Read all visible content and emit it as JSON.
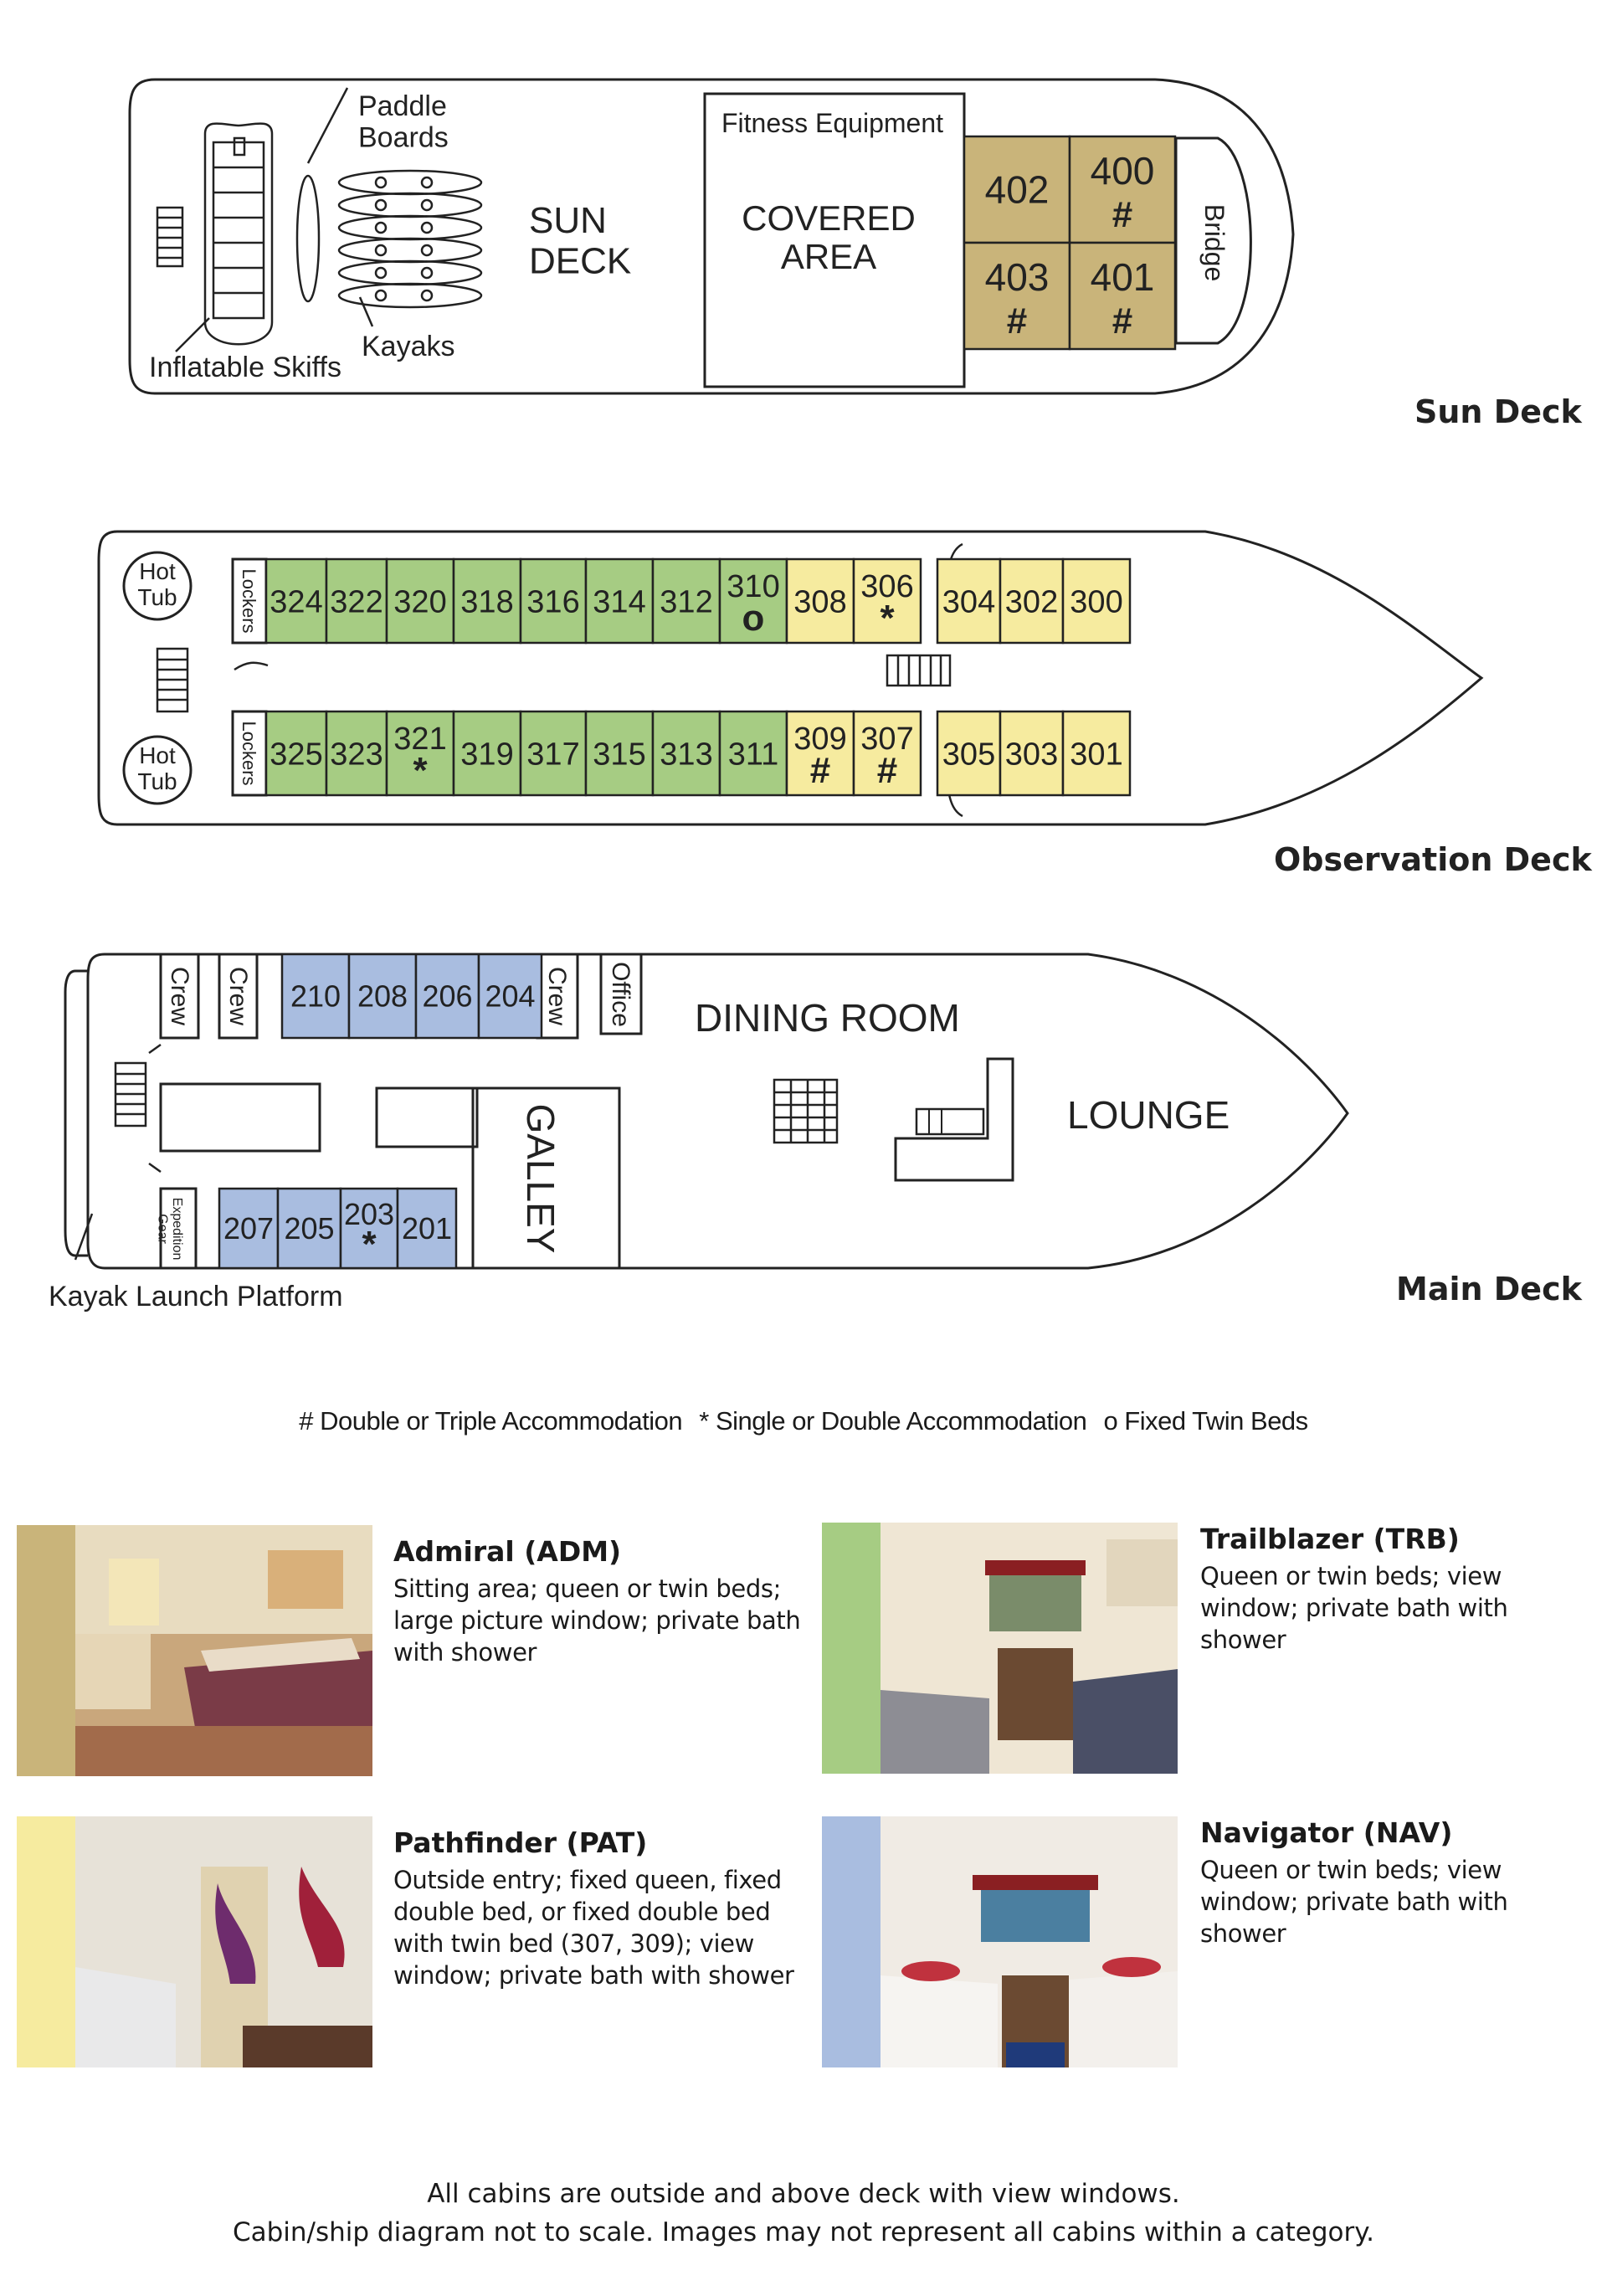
{
  "colors": {
    "admiral": "#c9b47a",
    "trailblazer": "#a6cc83",
    "pathfinder": "#f6eb9f",
    "navigator": "#a9bde0",
    "outline": "#222222"
  },
  "sun_deck": {
    "title": "Sun Deck",
    "paddle_boards": "Paddle\nBoards",
    "kayaks": "Kayaks",
    "inflatable_skiffs": "Inflatable Skiffs",
    "sun_deck_label": "SUN\nDECK",
    "fitness": "Fitness Equipment",
    "covered_area": "COVERED\nAREA",
    "bridge": "Bridge",
    "cabins": [
      {
        "num": "402",
        "mark": ""
      },
      {
        "num": "400",
        "mark": "#"
      },
      {
        "num": "403",
        "mark": "#"
      },
      {
        "num": "401",
        "mark": "#"
      }
    ]
  },
  "observation_deck": {
    "title": "Observation Deck",
    "hot_tub": "Hot\nTub",
    "lockers": "Lockers",
    "upper_row": [
      {
        "num": "324",
        "mark": "",
        "cat": "trailblazer"
      },
      {
        "num": "322",
        "mark": "",
        "cat": "trailblazer"
      },
      {
        "num": "320",
        "mark": "",
        "cat": "trailblazer"
      },
      {
        "num": "318",
        "mark": "",
        "cat": "trailblazer"
      },
      {
        "num": "316",
        "mark": "",
        "cat": "trailblazer"
      },
      {
        "num": "314",
        "mark": "",
        "cat": "trailblazer"
      },
      {
        "num": "312",
        "mark": "",
        "cat": "trailblazer"
      },
      {
        "num": "310",
        "mark": "o",
        "cat": "trailblazer"
      },
      {
        "num": "308",
        "mark": "",
        "cat": "pathfinder"
      },
      {
        "num": "306",
        "mark": "*",
        "cat": "pathfinder"
      },
      {
        "num": "304",
        "mark": "",
        "cat": "pathfinder"
      },
      {
        "num": "302",
        "mark": "",
        "cat": "pathfinder"
      },
      {
        "num": "300",
        "mark": "",
        "cat": "pathfinder"
      }
    ],
    "lower_row": [
      {
        "num": "325",
        "mark": "",
        "cat": "trailblazer"
      },
      {
        "num": "323",
        "mark": "",
        "cat": "trailblazer"
      },
      {
        "num": "321",
        "mark": "*",
        "cat": "trailblazer"
      },
      {
        "num": "319",
        "mark": "",
        "cat": "trailblazer"
      },
      {
        "num": "317",
        "mark": "",
        "cat": "trailblazer"
      },
      {
        "num": "315",
        "mark": "",
        "cat": "trailblazer"
      },
      {
        "num": "313",
        "mark": "",
        "cat": "trailblazer"
      },
      {
        "num": "311",
        "mark": "",
        "cat": "trailblazer"
      },
      {
        "num": "309",
        "mark": "#",
        "cat": "pathfinder"
      },
      {
        "num": "307",
        "mark": "#",
        "cat": "pathfinder"
      },
      {
        "num": "305",
        "mark": "",
        "cat": "pathfinder"
      },
      {
        "num": "303",
        "mark": "",
        "cat": "pathfinder"
      },
      {
        "num": "301",
        "mark": "",
        "cat": "pathfinder"
      }
    ]
  },
  "main_deck": {
    "title": "Main Deck",
    "crew": "Crew",
    "office": "Office",
    "dining_room": "DINING ROOM",
    "lounge": "LOUNGE",
    "galley": "GALLEY",
    "expedition_gear": "Expedition\nGear",
    "kayak_launch": "Kayak Launch Platform",
    "upper_cabins": [
      {
        "num": "210",
        "mark": ""
      },
      {
        "num": "208",
        "mark": ""
      },
      {
        "num": "206",
        "mark": ""
      },
      {
        "num": "204",
        "mark": ""
      }
    ],
    "lower_cabins": [
      {
        "num": "207",
        "mark": ""
      },
      {
        "num": "205",
        "mark": ""
      },
      {
        "num": "203",
        "mark": "*"
      },
      {
        "num": "201",
        "mark": ""
      }
    ]
  },
  "legend": {
    "double_triple": "# Double or Triple Accommodation",
    "single_double": "* Single or Double Accommodation",
    "twin": "o Fixed Twin Beds"
  },
  "categories": {
    "admiral": {
      "name": "Admiral (ADM)",
      "desc": "Sitting area; queen or twin beds; large picture window; private bath with shower"
    },
    "trailblazer": {
      "name": "Trailblazer (TRB)",
      "desc": "Queen or twin beds; view window; private bath with shower"
    },
    "pathfinder": {
      "name": "Pathfinder (PAT)",
      "desc": "Outside entry; fixed queen, fixed double bed, or fixed double bed with twin bed (307, 309); view window; private bath with shower"
    },
    "navigator": {
      "name": "Navigator (NAV)",
      "desc": "Queen or twin beds; view window; private bath with shower"
    }
  },
  "footer": {
    "line1": "All cabins are outside and above deck with view windows.",
    "line2": "Cabin/ship diagram not to scale. Images may not represent all cabins within a category."
  }
}
